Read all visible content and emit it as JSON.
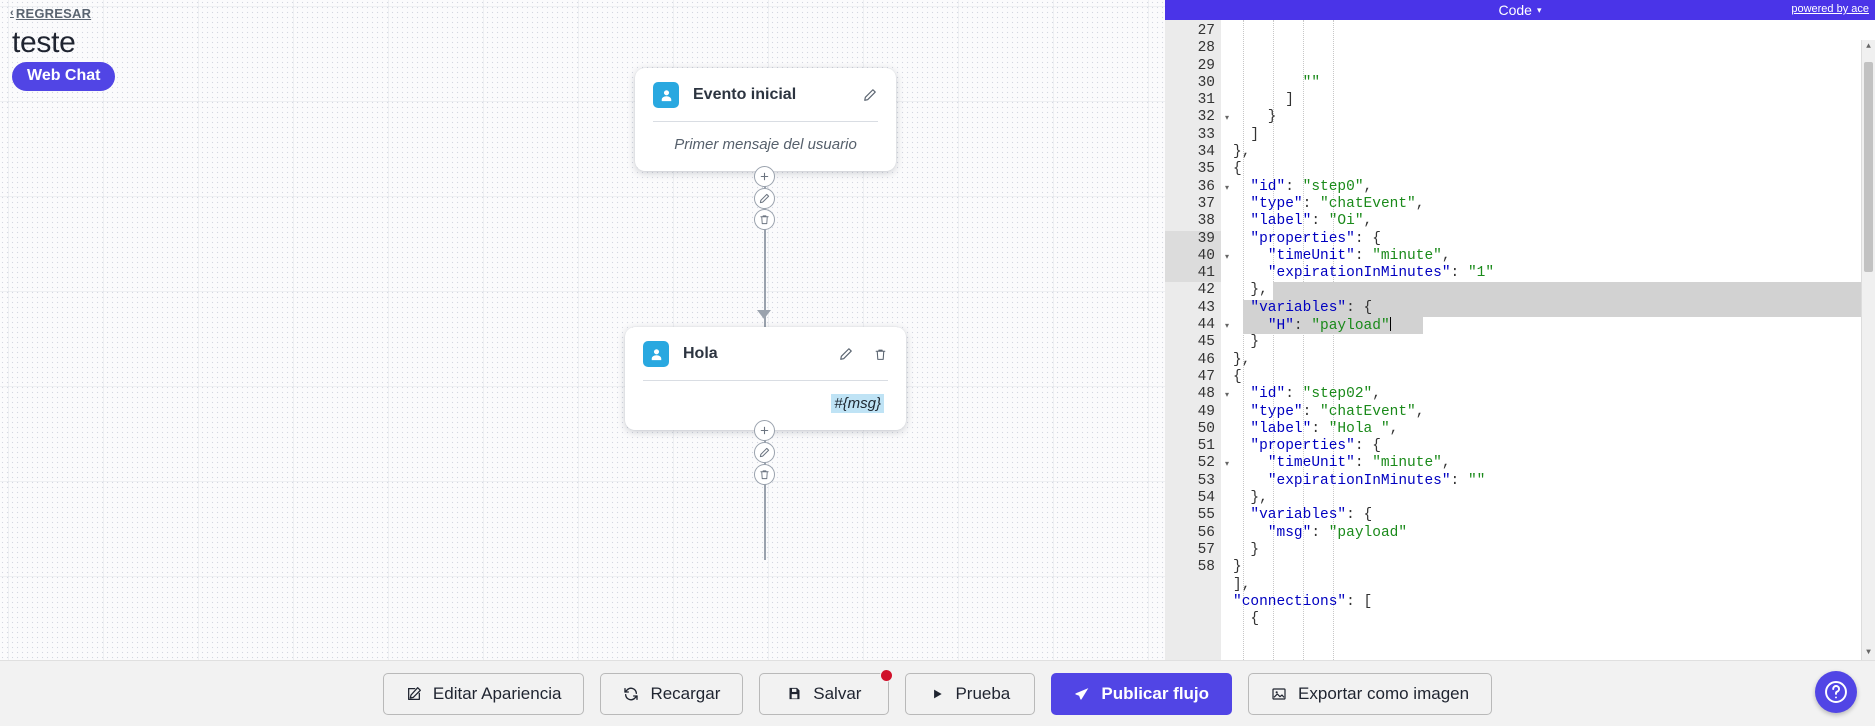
{
  "header": {
    "back_label": "REGRESAR",
    "back_chevron": "‹",
    "project_title": "teste",
    "channel_badge": "Web Chat"
  },
  "canvas": {
    "nodes": [
      {
        "id": "node-initial",
        "title": "Evento inicial",
        "icon": "user-icon",
        "body_text": "Primer mensaje del usuario",
        "edit_icon": "pencil-icon",
        "has_delete": false
      },
      {
        "id": "node-hola",
        "title": "Hola",
        "icon": "user-icon",
        "body_text": "#{msg}",
        "edit_icon": "pencil-icon",
        "delete_icon": "trash-icon",
        "has_delete": true
      }
    ],
    "handles": [
      {
        "name": "add-node-handle",
        "glyph": "+"
      },
      {
        "name": "edit-connection-handle",
        "glyph": "✎"
      },
      {
        "name": "delete-connection-handle",
        "glyph": "Ὕ1"
      }
    ]
  },
  "code_panel": {
    "title": "Code",
    "title_caret": "▾",
    "powered_by": "powered by ace",
    "scroll_up": "▲",
    "scroll_down": "▼",
    "fold_toggle_glyph": "❯",
    "first_line_number": 27,
    "lines": [
      {
        "n": 27,
        "text": "        \"\"",
        "fold": false,
        "sel": false
      },
      {
        "n": 28,
        "text": "      ]",
        "fold": false,
        "sel": false
      },
      {
        "n": 29,
        "text": "    }",
        "fold": false,
        "sel": false
      },
      {
        "n": 30,
        "text": "  ]",
        "fold": false,
        "sel": false
      },
      {
        "n": 31,
        "text": "},",
        "fold": false,
        "sel": false
      },
      {
        "n": 32,
        "text": "{",
        "fold": true,
        "sel": false
      },
      {
        "n": 33,
        "text": "  \"id\": \"step0\",",
        "fold": false,
        "sel": false
      },
      {
        "n": 34,
        "text": "  \"type\": \"chatEvent\",",
        "fold": false,
        "sel": false
      },
      {
        "n": 35,
        "text": "  \"label\": \"Oi\",",
        "fold": false,
        "sel": false
      },
      {
        "n": 36,
        "text": "  \"properties\": {",
        "fold": true,
        "sel": false
      },
      {
        "n": 37,
        "text": "    \"timeUnit\": \"minute\",",
        "fold": false,
        "sel": false
      },
      {
        "n": 38,
        "text": "    \"expirationInMinutes\": \"1\"",
        "fold": false,
        "sel": false
      },
      {
        "n": 39,
        "text": "  },",
        "fold": false,
        "sel": true,
        "selclass": "s1"
      },
      {
        "n": 40,
        "text": "  \"variables\": {",
        "fold": true,
        "sel": true,
        "selclass": "s2"
      },
      {
        "n": 41,
        "text": "    \"H\": \"payload\"",
        "fold": false,
        "sel": true,
        "selclass": "s3",
        "caret": true
      },
      {
        "n": 42,
        "text": "  }",
        "fold": false,
        "sel": false
      },
      {
        "n": 43,
        "text": "},",
        "fold": false,
        "sel": false
      },
      {
        "n": 44,
        "text": "{",
        "fold": true,
        "sel": false
      },
      {
        "n": 45,
        "text": "  \"id\": \"step02\",",
        "fold": false,
        "sel": false
      },
      {
        "n": 46,
        "text": "  \"type\": \"chatEvent\",",
        "fold": false,
        "sel": false
      },
      {
        "n": 47,
        "text": "  \"label\": \"Hola \",",
        "fold": false,
        "sel": false
      },
      {
        "n": 48,
        "text": "  \"properties\": {",
        "fold": true,
        "sel": false
      },
      {
        "n": 49,
        "text": "    \"timeUnit\": \"minute\",",
        "fold": false,
        "sel": false
      },
      {
        "n": 50,
        "text": "    \"expirationInMinutes\": \"\"",
        "fold": false,
        "sel": false
      },
      {
        "n": 51,
        "text": "  },",
        "fold": false,
        "sel": false
      },
      {
        "n": 52,
        "text": "  \"variables\": {",
        "fold": true,
        "sel": false
      },
      {
        "n": 53,
        "text": "    \"msg\": \"payload\"",
        "fold": false,
        "sel": false
      },
      {
        "n": 54,
        "text": "  }",
        "fold": false,
        "sel": false
      },
      {
        "n": 55,
        "text": "}",
        "fold": false,
        "sel": false
      },
      {
        "n": 56,
        "text": "],",
        "fold": false,
        "sel": false
      },
      {
        "n": 57,
        "text": "\"connections\": [",
        "fold": false,
        "sel": false
      },
      {
        "n": 58,
        "text": "  {",
        "fold": false,
        "sel": false
      }
    ]
  },
  "toolbar": {
    "buttons": [
      {
        "name": "edit-appearance-button",
        "label": "Editar Apariencia",
        "icon": "pencil-square-icon",
        "primary": false,
        "badge": false
      },
      {
        "name": "reload-button",
        "label": "Recargar",
        "icon": "refresh-icon",
        "primary": false,
        "badge": false
      },
      {
        "name": "save-button",
        "label": "Salvar",
        "icon": "floppy-icon",
        "primary": false,
        "badge": true
      },
      {
        "name": "test-button",
        "label": "Prueba",
        "icon": "play-icon",
        "primary": false,
        "badge": false
      },
      {
        "name": "publish-flow-button",
        "label": "Publicar flujo",
        "icon": "send-icon",
        "primary": true,
        "badge": false
      },
      {
        "name": "export-image-button",
        "label": "Exportar como imagen",
        "icon": "image-icon",
        "primary": false,
        "badge": false
      }
    ]
  },
  "help": {
    "label": "?"
  },
  "colors": {
    "accent": "#5145e5",
    "code_bar": "#4a34e8",
    "node_icon": "#29a8e0",
    "var_chip": "#bfe3f5",
    "badge_dot": "#d0112b",
    "string": "#1a8a1a",
    "key": "#0000c0"
  }
}
